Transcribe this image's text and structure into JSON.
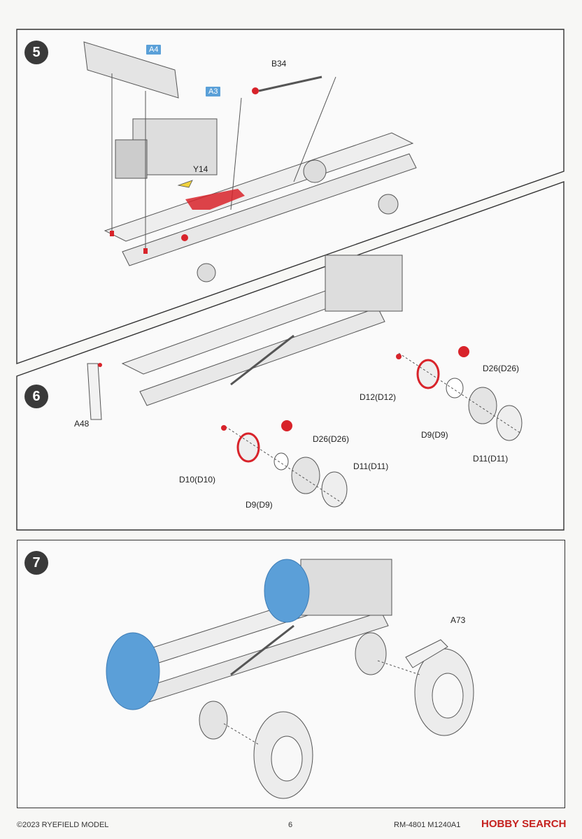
{
  "steps": [
    {
      "number": "5",
      "tags": [
        "A4",
        "A3"
      ],
      "labels": [
        "B34",
        "Y14"
      ]
    },
    {
      "number": "6",
      "labels": [
        "A48",
        "D26(D26)",
        "D12(D12)",
        "D9(D9)",
        "D11(D11)",
        "D26(D26)",
        "D10(D10)",
        "D11(D11)",
        "D9(D9)"
      ]
    },
    {
      "number": "7",
      "labels": [
        "A73"
      ]
    }
  ],
  "footer": {
    "copyright": "©2023 RYEFIELD MODEL",
    "page": "6",
    "product": "RM-4801 M1240A1",
    "watermark": "HOBBY SEARCH"
  },
  "colors": {
    "highlight": "#d8232a",
    "tire_blue": "#5b9fd8",
    "tag_blue": "#5aa0d8"
  }
}
